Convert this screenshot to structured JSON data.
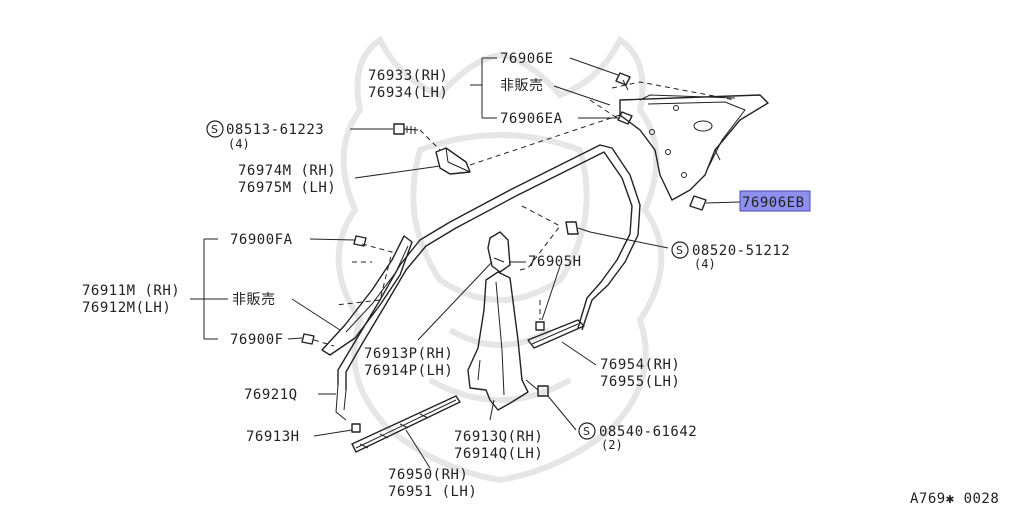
{
  "diagram": {
    "ref_code": "A769✱ 0028",
    "highlight_color": "#8f8ff0",
    "labels": {
      "p76906E": "76906E",
      "p76933": "76933(RH)",
      "p76934": "76934(LH)",
      "not_for_sale_1": "非販売",
      "p76906EA": "76906EA",
      "s08513": "08513-61223",
      "s08513_qty": "(4)",
      "p76974M": "76974M (RH)",
      "p76975M": "76975M (LH)",
      "p76906EB": "76906EB",
      "p76900FA": "76900FA",
      "s08520": "08520-51212",
      "s08520_qty": "(4)",
      "p76905H": "76905H",
      "p76911M": "76911M (RH)",
      "p76912M": "76912M(LH)",
      "not_for_sale_2": "非販売",
      "p76900F": "76900F",
      "p76913P": "76913P(RH)",
      "p76914P": "76914P(LH)",
      "p76954": "76954(RH)",
      "p76955": "76955(LH)",
      "p76921Q": "76921Q",
      "p76913Q": "76913Q(RH)",
      "p76914Q": "76914Q(LH)",
      "s08540": "08540-61642",
      "s08540_qty": "(2)",
      "p76913H": "76913H",
      "p76950": "76950(RH)",
      "p76951": "76951 (LH)",
      "screw_symbol": "S"
    }
  }
}
